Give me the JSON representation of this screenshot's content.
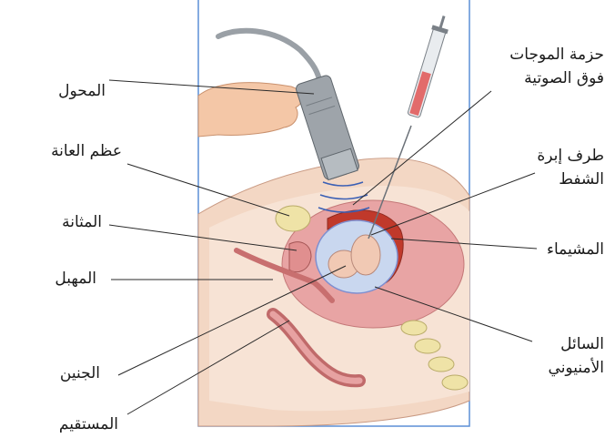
{
  "labels": {
    "transducer": "المحول",
    "pubic_bone": "عظم العانة",
    "bladder": "المثانة",
    "vagina": "المهبل",
    "fetus": "الجنين",
    "rectum": "المستقيم",
    "ultrasound_beam": [
      "حزمة الموجات",
      "فوق الصوتية"
    ],
    "needle_tip": [
      "طرف إبرة",
      "الشفط"
    ],
    "placenta": "المشيماء",
    "amniotic_fluid": [
      "السائل",
      "الأمنيوني"
    ]
  },
  "colors": {
    "frame": "#5b8fd6",
    "leader": "#2a2a2a",
    "skin": "#f3d7c4",
    "uterus": "#e8a4a4",
    "fluid": "#c9d7ef",
    "placenta": "#c0392b",
    "probe": "#9ea4aa",
    "wave": "#3a5fb5"
  }
}
